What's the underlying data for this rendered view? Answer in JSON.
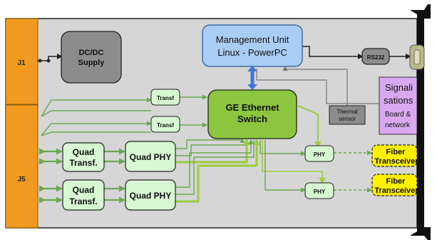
{
  "connectors": {
    "j1": "J1",
    "j5": "J5"
  },
  "blocks": {
    "dcdc": [
      "DC/DC",
      "Supply"
    ],
    "management": [
      "Management Unit",
      "Linux - PowerPC"
    ],
    "rs232": "RS232",
    "switch": [
      "GE Ethernet",
      "Switch"
    ],
    "thermal": [
      "Thermal",
      "sensor"
    ],
    "signal": [
      "Signali",
      "sations",
      "Board &",
      "network"
    ],
    "transf_top": "Transf",
    "transf_bottom": "Transf",
    "quad_transf_top": [
      "Quad",
      "Transf."
    ],
    "quad_transf_bottom": [
      "Quad",
      "Transf."
    ],
    "quad_phy_top": "Quad PHY",
    "quad_phy_bottom": "Quad PHY",
    "phy_top": "PHY",
    "phy_bottom": "PHY",
    "fiber_top": [
      "Fiber",
      "Transceiver"
    ],
    "fiber_bottom": [
      "Fiber",
      "Transceiver"
    ]
  },
  "colors": {
    "board": "#d6d6d6",
    "connector": "#f29a1f",
    "dcdc": "#8c8c8c",
    "management": "#a9cdf3",
    "switch": "#8cc63f",
    "green_box": "#d8f7d3",
    "green_line": "#6aa84f",
    "bright_line": "#a6d34a",
    "fiber": "#ffef00",
    "signal": "#d9a8f0",
    "blue_arrow": "#3c78d8"
  }
}
